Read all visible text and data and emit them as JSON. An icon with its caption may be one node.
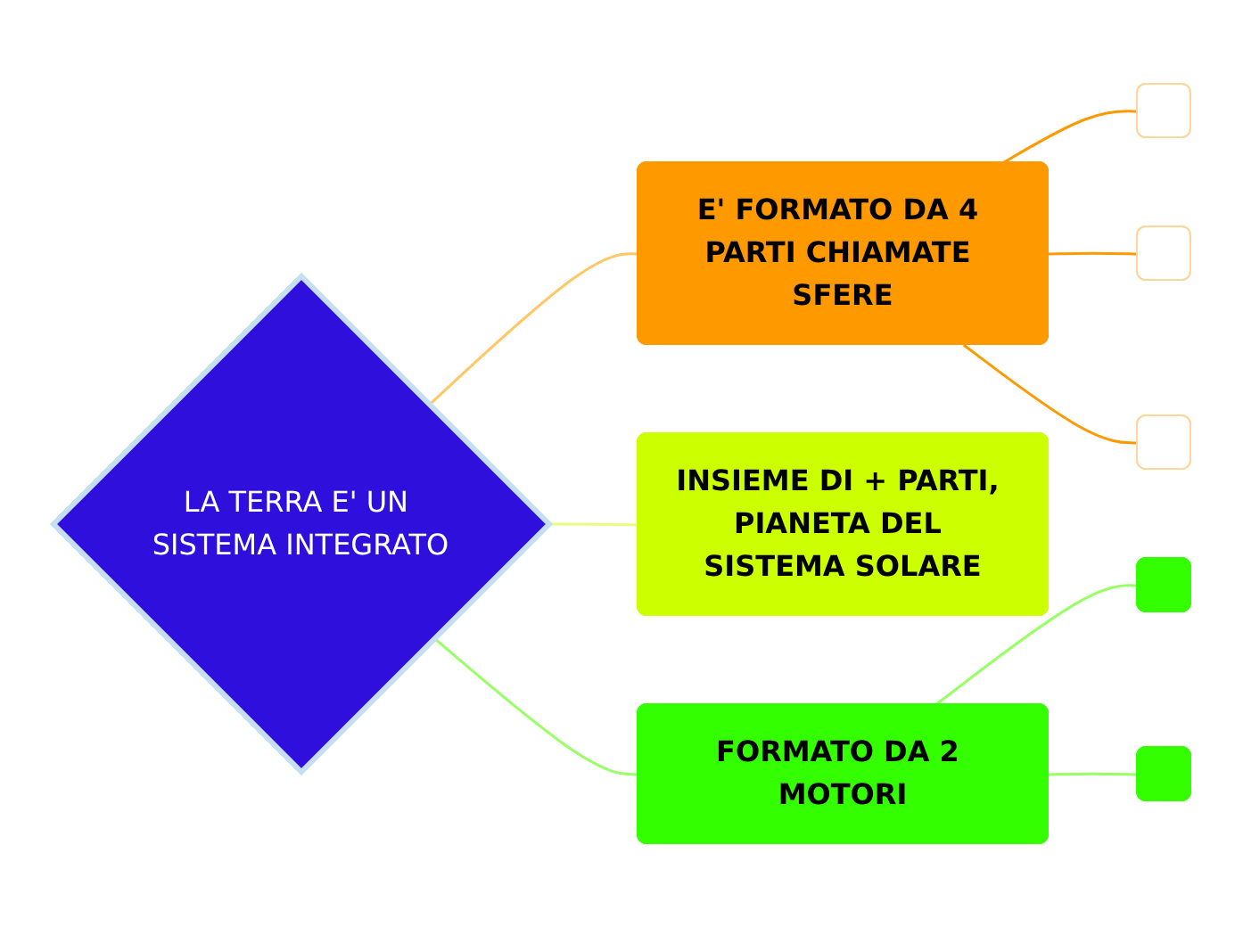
{
  "diagram": {
    "nodes": [
      {
        "text": [
          "LA TERRA E' UN SISTEMA INTEGRATO"
        ]
      },
      {
        "text": [
          "E' FORMATO DA 4 PARTI CHIAMATE SFERE"
        ]
      },
      {
        "text": [
          "INSIEME DI + PARTI, PIANETA DEL SISTEMA SOLARE"
        ]
      },
      {
        "text": [
          "FORMATO DA 2 MOTORI"
        ]
      },
      {
        "text": [],
        "shape": "box"
      },
      {
        "text": [],
        "shape": "box"
      },
      {
        "text": [],
        "shape": "box"
      },
      {
        "text": [],
        "shape": "box"
      },
      {
        "text": [],
        "shape": "box"
      }
    ],
    "edges": [
      {
        "from": 0,
        "to": 1,
        "arrow": "none",
        "color": "#ffc766"
      },
      {
        "from": 0,
        "to": 2,
        "arrow": "none",
        "color": "#e6ff80"
      },
      {
        "from": 0,
        "to": 3,
        "arrow": "none",
        "color": "#99ff66"
      },
      {
        "from": 1,
        "to": 4,
        "arrow": "none",
        "color": "#ff9900"
      },
      {
        "from": 1,
        "to": 5,
        "arrow": "none",
        "color": "#ff9900"
      },
      {
        "from": 1,
        "to": 6,
        "arrow": "none",
        "color": "#ff9900"
      },
      {
        "from": 3,
        "to": 7,
        "arrow": "none",
        "color": "#99ff66"
      },
      {
        "from": 3,
        "to": 8,
        "arrow": "none",
        "color": "#99ff66"
      }
    ]
  }
}
